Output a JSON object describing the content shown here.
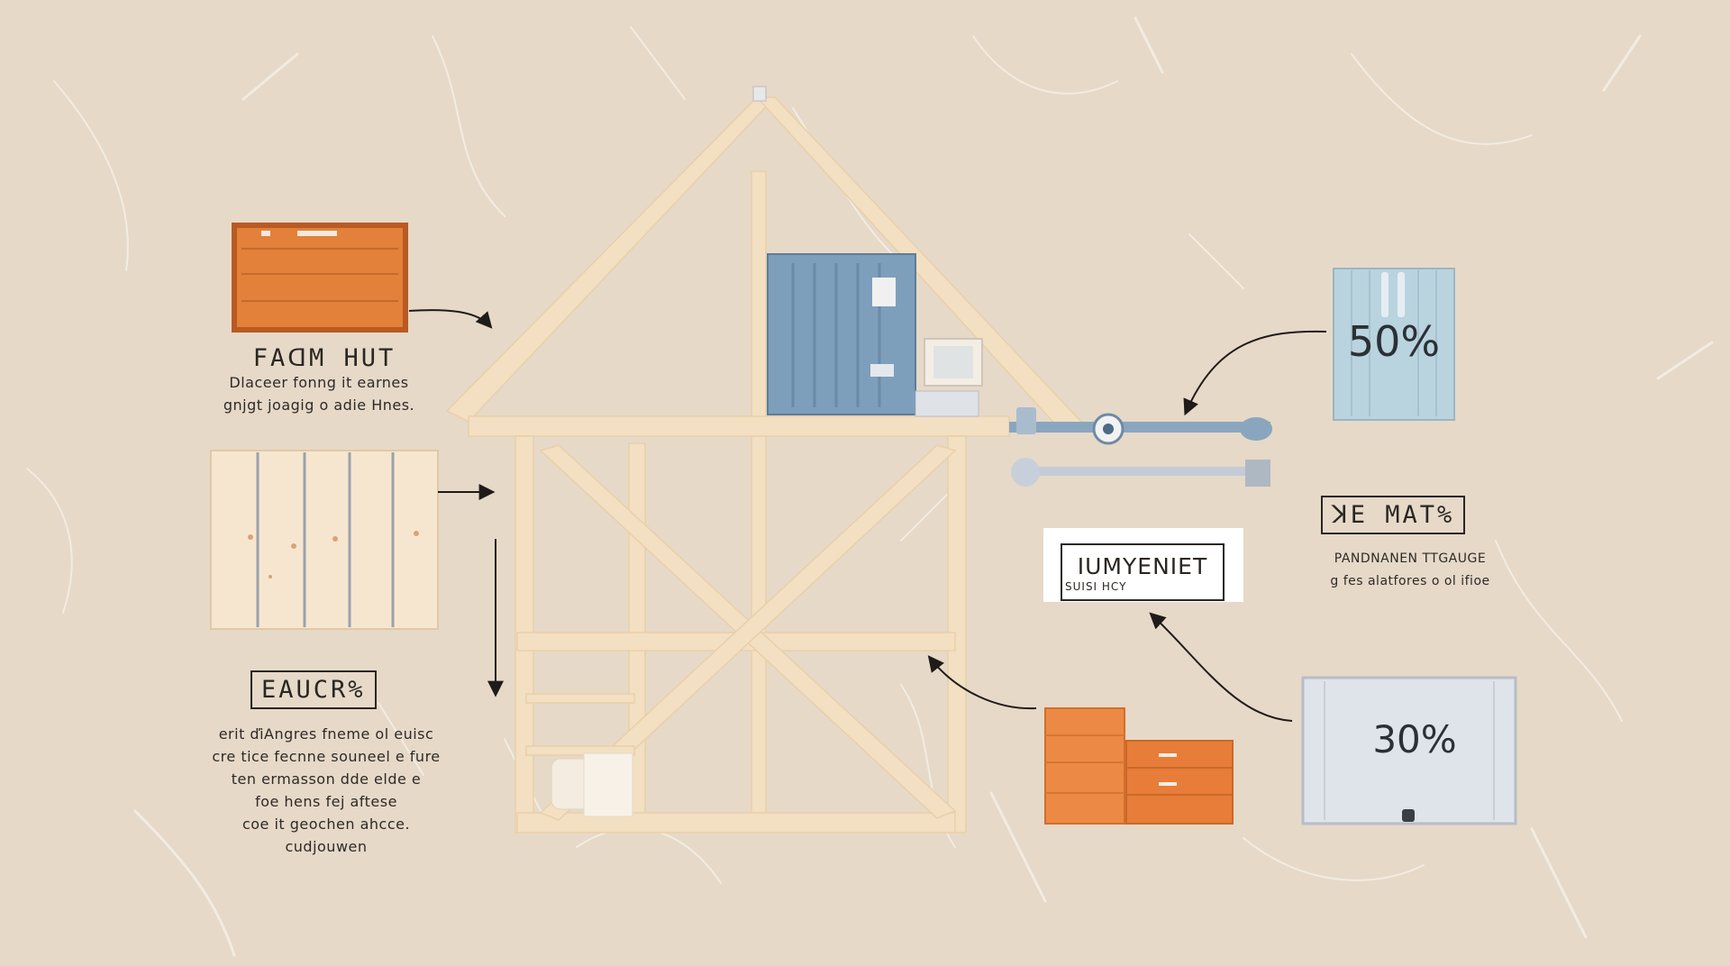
{
  "colors": {
    "background": "#e6d9c8",
    "wood_frame": "#f2dcbc",
    "orange_crate": "#e3803a",
    "blue_container": "#7e9fbc",
    "light_blue_container": "#b9d3df",
    "grey_container": "#dfe3ea",
    "text": "#2a2622"
  },
  "icons": [
    "orange-crate-icon",
    "wood-panel-icon",
    "blue-container-icon",
    "light-blue-container-icon",
    "grey-container-icon",
    "orange-crate-stack-icon",
    "pipe-valve-icon",
    "window-icon",
    "curved-arrow-icon"
  ],
  "left": {
    "title1": "FAꓷM HUT",
    "text1": [
      "Dlaceer  fonng it earnes",
      "gnjgt joagig  o adie Hnes."
    ],
    "title2": "EAUCR%",
    "text2": [
      "erit   ďiAngres  fneme ol euisc",
      "cre tice fecnne souneel e fure",
      "ten ermasson dde elde e",
      "foe hens  fej  aftese",
      "coe it  geochen ahcce.",
      "cudjouwen"
    ]
  },
  "right": {
    "pct_top": "50%",
    "pct_bottom": "30%",
    "title": "ꓘE MAT%",
    "text": [
      "PANDNANEN  TTGAUGE",
      "g fes alatfores o ol  ifioe"
    ]
  },
  "center_label": {
    "title": "IUMYENIET",
    "sub": "SUISI HCY"
  }
}
